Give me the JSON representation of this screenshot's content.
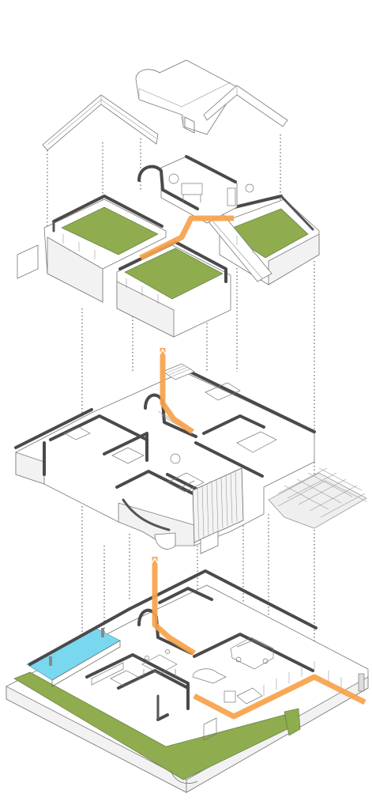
{
  "colors": {
    "background": "#ffffff",
    "circulation_path": "#f7a24a",
    "green_roof": "#8fac4f",
    "pool_water": "#79d8ef",
    "wall": "#4a4a4a",
    "line": "#6f6f6f"
  },
  "levels": [
    "roof",
    "upper-floor",
    "ground-floor"
  ],
  "labels": {}
}
